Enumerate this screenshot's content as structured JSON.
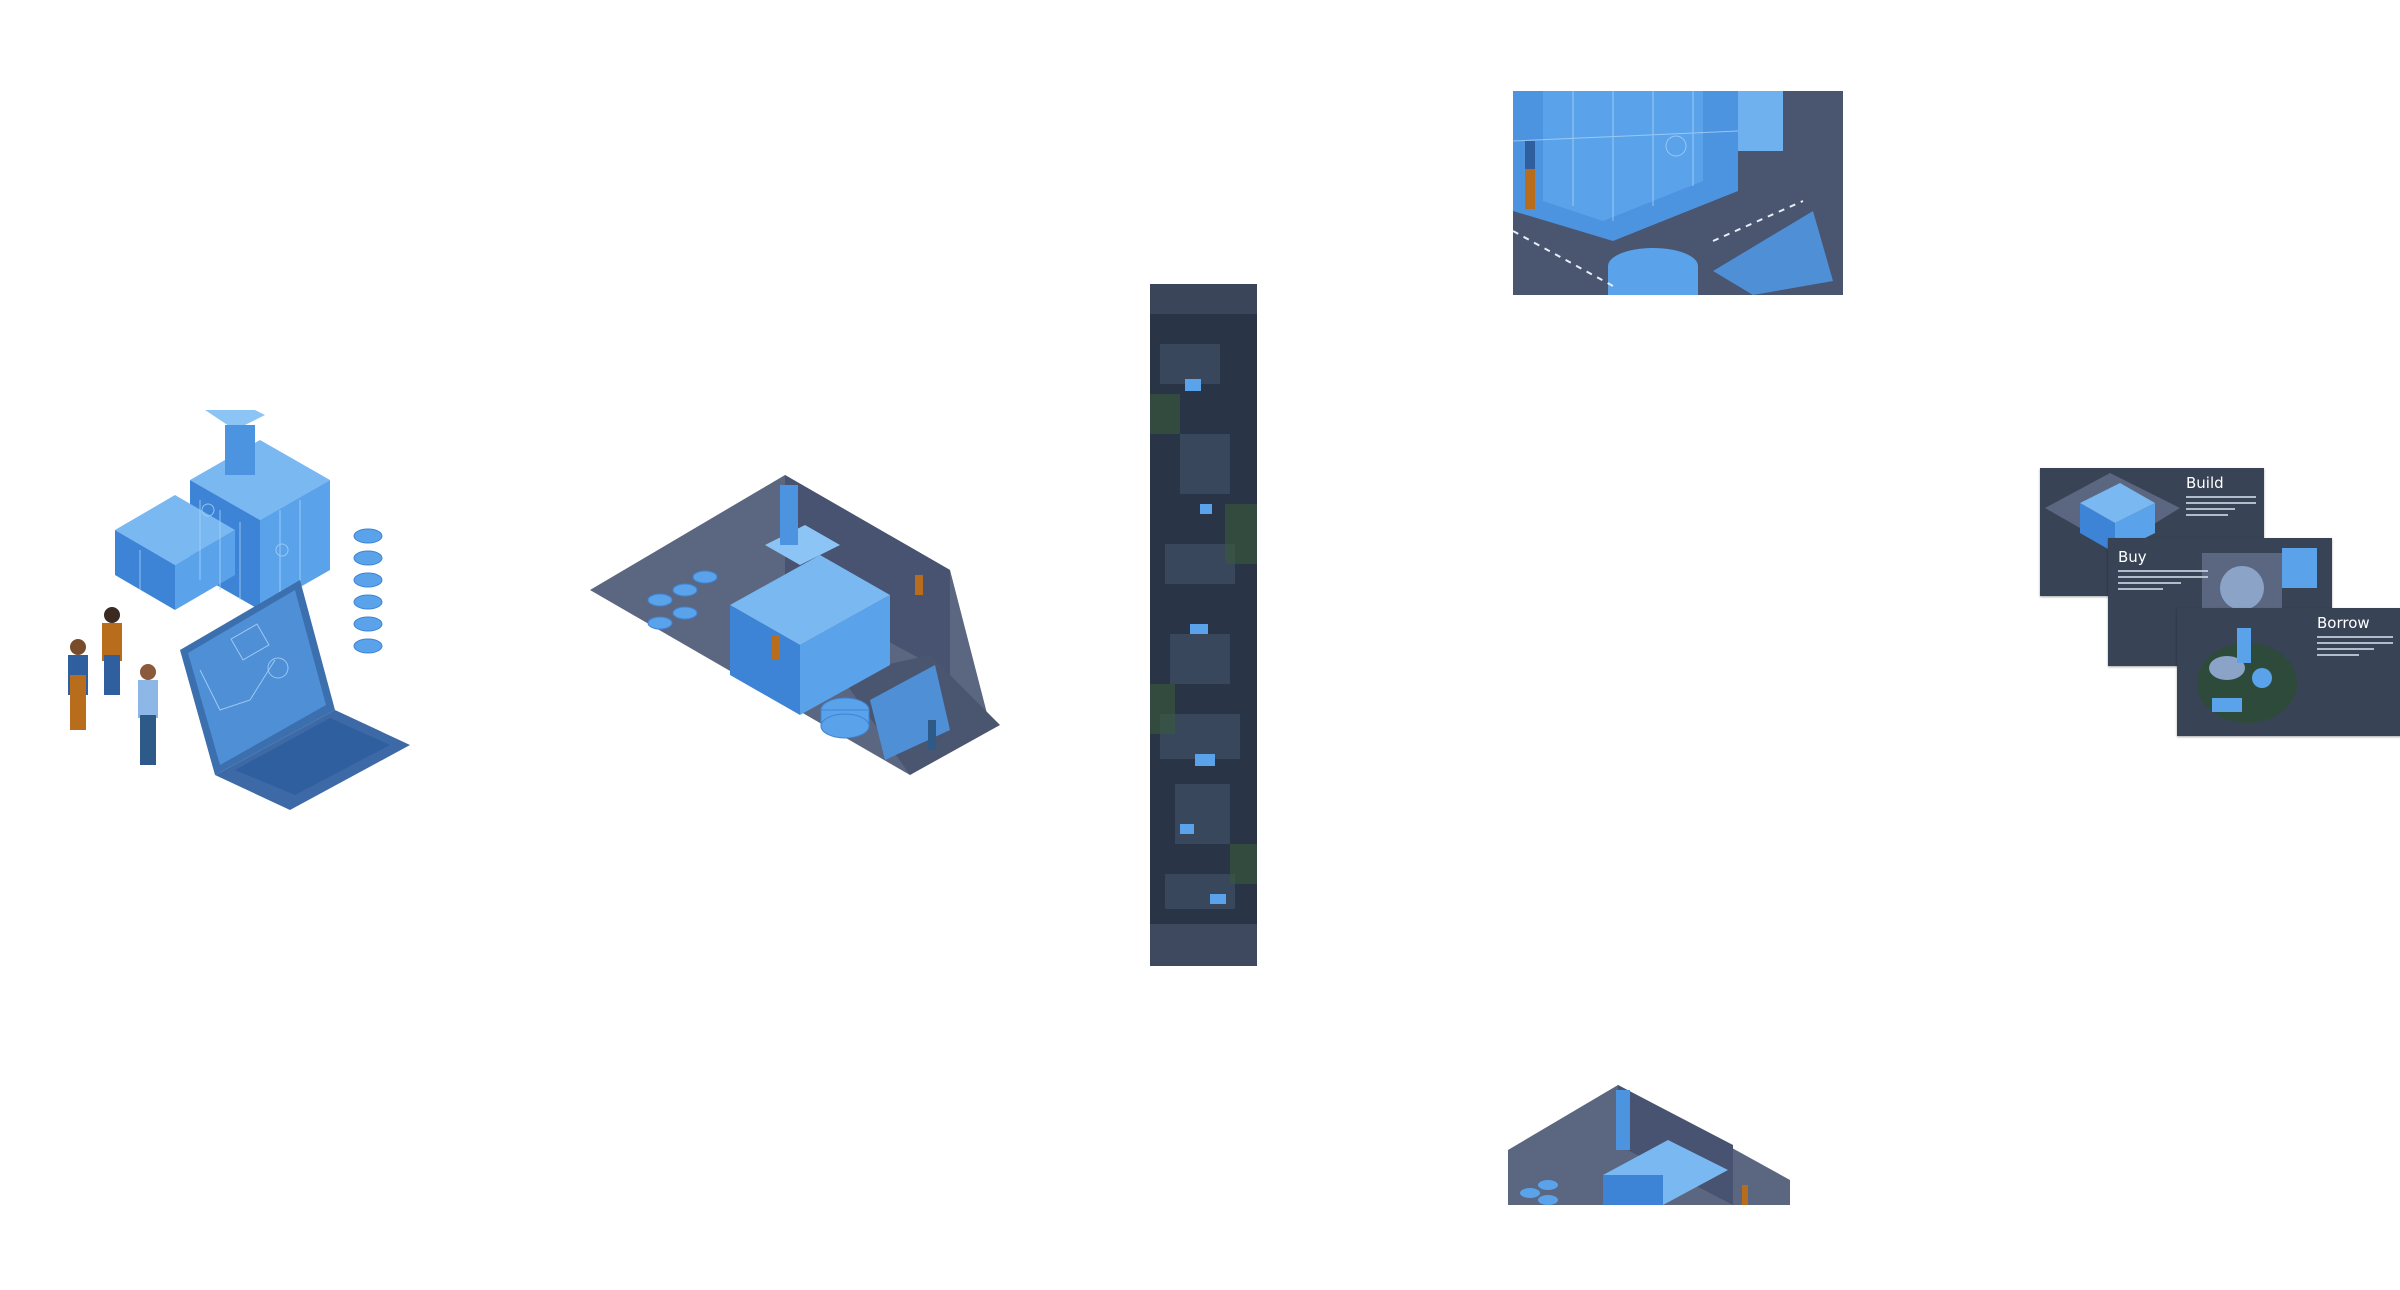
{
  "slides": [
    {
      "title": "Build"
    },
    {
      "title": "Buy"
    },
    {
      "title": "Borrow"
    }
  ],
  "palette": {
    "blue_light": "#5aa3ea",
    "blue_mid": "#3d84d6",
    "blue_dark": "#2f5f9e",
    "slate": "#4a5570",
    "slate_dark": "#2d3648",
    "map_bg": "#263245",
    "orange": "#b86d1d"
  }
}
